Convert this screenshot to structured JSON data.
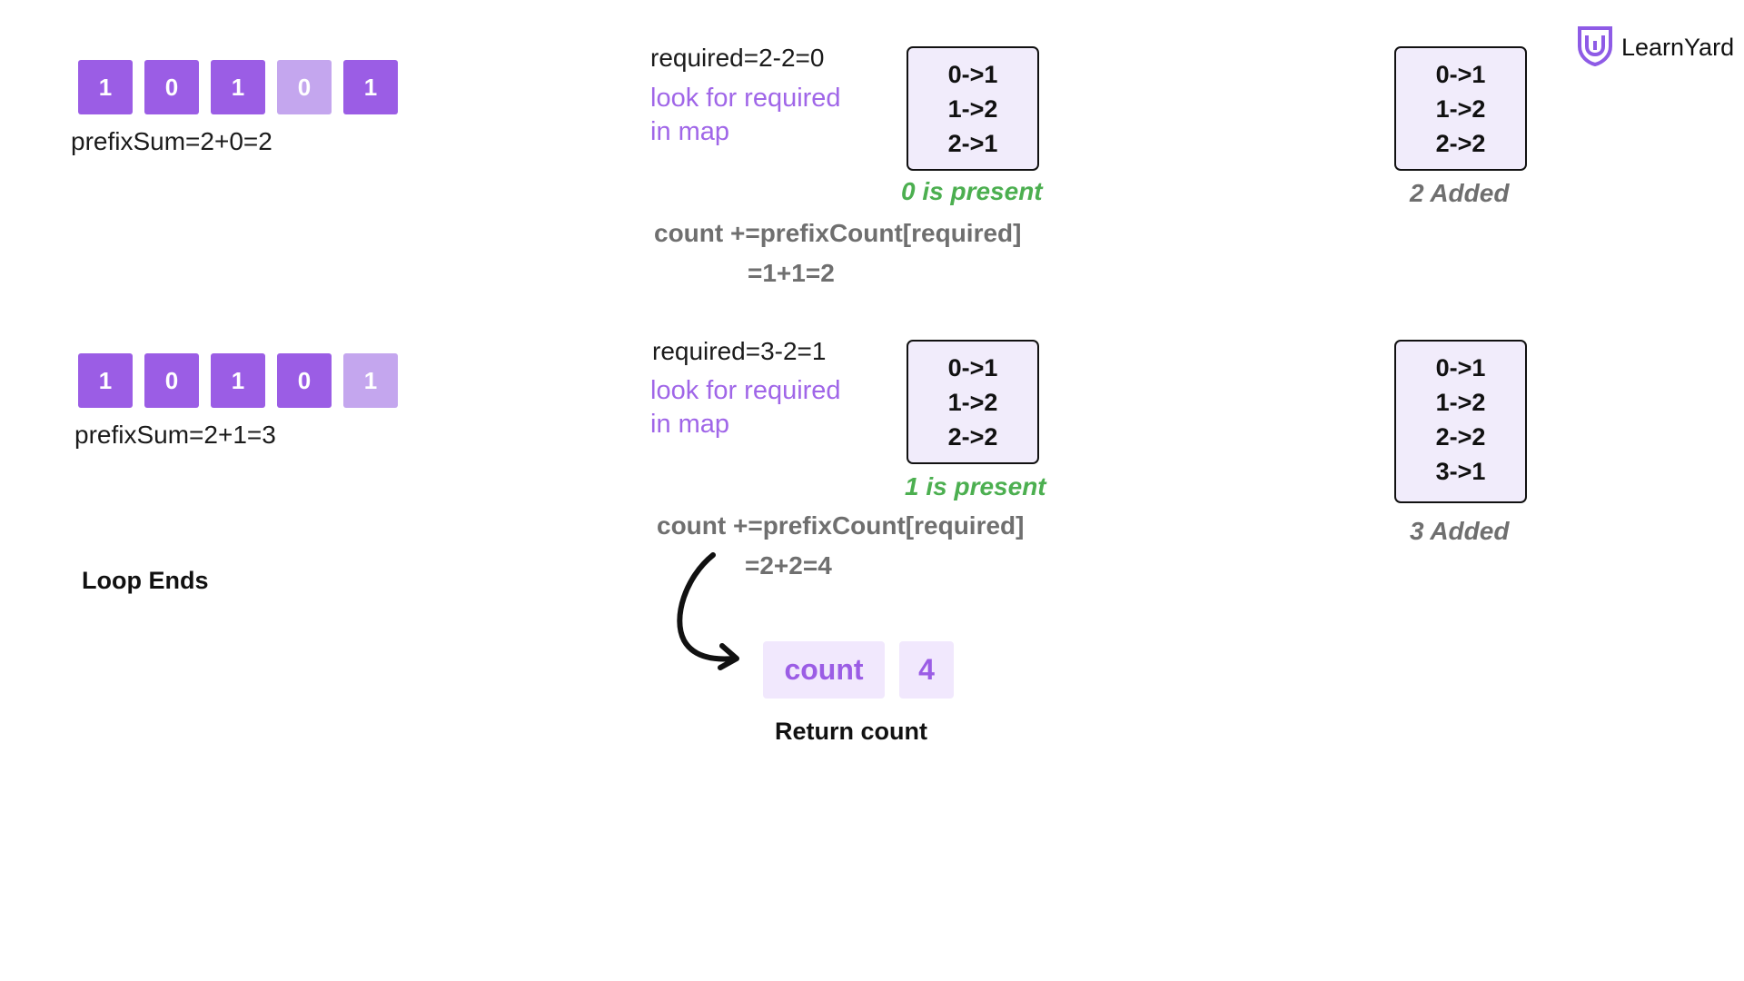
{
  "logo": {
    "text": "LearnYard"
  },
  "step1": {
    "array": [
      {
        "v": "1",
        "highlight": false
      },
      {
        "v": "0",
        "highlight": false
      },
      {
        "v": "1",
        "highlight": false
      },
      {
        "v": "0",
        "highlight": true
      },
      {
        "v": "1",
        "highlight": false
      }
    ],
    "prefix": "prefixSum=2+0=2",
    "required": "required=2-2=0",
    "look_line1": "look for required",
    "look_line2": "in map",
    "map_before": [
      "0->1",
      "1->2",
      "2->1"
    ],
    "present": "0 is present",
    "count_line1": "count +=prefixCount[required]",
    "count_line2": "=1+1=2",
    "map_after": [
      "0->1",
      "1->2",
      "2->2"
    ],
    "added": "2 Added"
  },
  "step2": {
    "array": [
      {
        "v": "1",
        "highlight": false
      },
      {
        "v": "0",
        "highlight": false
      },
      {
        "v": "1",
        "highlight": false
      },
      {
        "v": "0",
        "highlight": false
      },
      {
        "v": "1",
        "highlight": true
      }
    ],
    "prefix": "prefixSum=2+1=3",
    "required": "required=3-2=1",
    "look_line1": "look for required",
    "look_line2": "in map",
    "map_before": [
      "0->1",
      "1->2",
      "2->2"
    ],
    "present": "1 is present",
    "count_line1": "count +=prefixCount[required]",
    "count_line2": "=2+2=4",
    "map_after": [
      "0->1",
      "1->2",
      "2->2",
      "3->1"
    ],
    "added": "3 Added"
  },
  "loop_ends": "Loop Ends",
  "result": {
    "label": "count",
    "value": "4",
    "caption": "Return count"
  },
  "colors": {
    "cell": "#9b5de5",
    "cell_highlight": "#c4a6ee",
    "map_bg": "#f1ecfb",
    "present_green": "#4caf50",
    "look_purple": "#a066e8"
  }
}
